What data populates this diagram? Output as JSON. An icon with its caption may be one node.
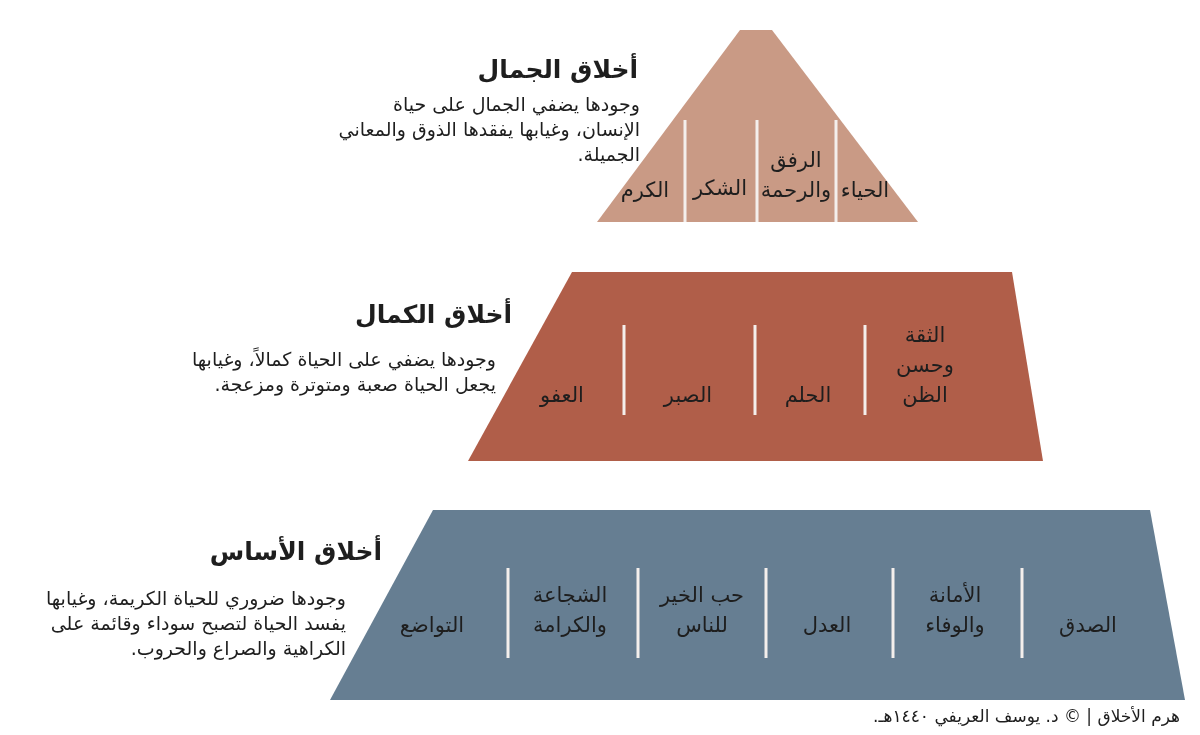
{
  "diagram": {
    "caption": "هرم الأخلاق | © د. يوسف العريفي ١٤٤٠هـ.",
    "nodes": [
      {
        "text": [
          "أخلاق الجمال",
          "وجودها يضفي الجمال على حياة الإنسان، وغيابها يفقدها الذوق والمعاني الجميلة."
        ]
      },
      {
        "text": [
          "الحياء"
        ],
        "in": 0
      },
      {
        "text": [
          "الرفق والرحمة"
        ],
        "in": 0
      },
      {
        "text": [
          "الشكر"
        ],
        "in": 0
      },
      {
        "text": [
          "الكرم"
        ],
        "in": 0
      },
      {
        "text": [
          "أخلاق الكمال",
          "وجودها يضفي على الحياة كمالاً، وغيابها يجعل الحياة صعبة ومتوترة ومزعجة."
        ]
      },
      {
        "text": [
          "الثقة وحسن الظن"
        ],
        "in": 5
      },
      {
        "text": [
          "الحلم"
        ],
        "in": 5
      },
      {
        "text": [
          "الصبر"
        ],
        "in": 5
      },
      {
        "text": [
          "العفو"
        ],
        "in": 5
      },
      {
        "text": [
          "أخلاق الأساس",
          "وجودها ضروري للحياة الكريمة، وغيابها يفسد الحياة لتصبح سوداء وقائمة على الكراهية والصراع والحروب."
        ]
      },
      {
        "text": [
          "الصدق"
        ],
        "in": 10
      },
      {
        "text": [
          "الأمانة والوفاء"
        ],
        "in": 10
      },
      {
        "text": [
          "العدل"
        ],
        "in": 10
      },
      {
        "text": [
          "حب الخير للناس"
        ],
        "in": 10
      },
      {
        "text": [
          "الشجاعة والكرامة"
        ],
        "in": 10
      },
      {
        "text": [
          "التواضع"
        ],
        "in": 10
      }
    ]
  }
}
